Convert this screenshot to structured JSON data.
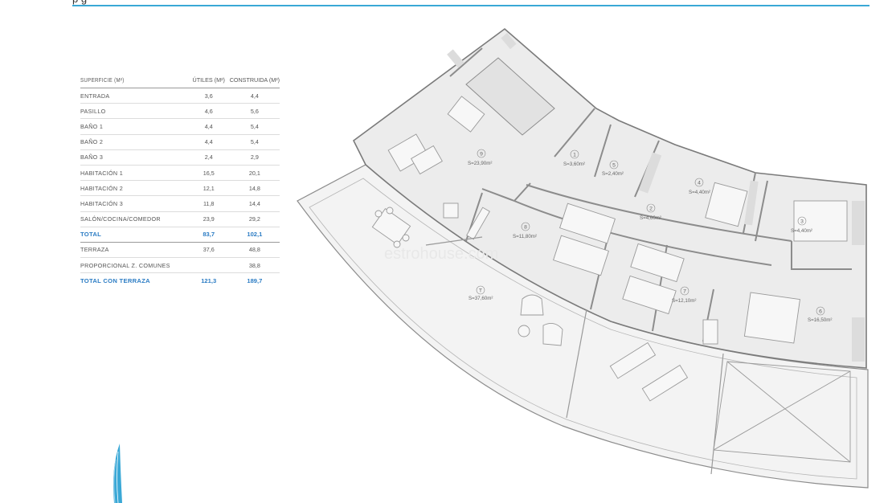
{
  "header": {
    "title_fragment": "p    g"
  },
  "table": {
    "title": "SUPERFICIE (M²)",
    "col_utiles": "ÚTILES (M²)",
    "col_construida": "CONSTRUIDA (M²)",
    "rows": [
      {
        "label": "ENTRADA",
        "utiles": "3,6",
        "construida": "4,4"
      },
      {
        "label": "PASILLO",
        "utiles": "4,6",
        "construida": "5,6"
      },
      {
        "label": "BAÑO 1",
        "utiles": "4,4",
        "construida": "5,4"
      },
      {
        "label": "BAÑO 2",
        "utiles": "4,4",
        "construida": "5,4"
      },
      {
        "label": "BAÑO 3",
        "utiles": "2,4",
        "construida": "2,9"
      },
      {
        "label": "HABITACIÓN 1",
        "utiles": "16,5",
        "construida": "20,1"
      },
      {
        "label": "HABITACIÓN 2",
        "utiles": "12,1",
        "construida": "14,8"
      },
      {
        "label": "HABITACIÓN 3",
        "utiles": "11,8",
        "construida": "14,4"
      },
      {
        "label": "SALÓN/COCINA/COMEDOR",
        "utiles": "23,9",
        "construida": "29,2"
      }
    ],
    "total": {
      "label": "TOTAL",
      "utiles": "83,7",
      "construida": "102,1"
    },
    "extra_rows": [
      {
        "label": "TERRAZA",
        "utiles": "37,6",
        "construida": "48,8"
      },
      {
        "label": "PROPORCIONAL Z. COMUNES",
        "utiles": "",
        "construida": "38,8"
      }
    ],
    "grand_total": {
      "label": "TOTAL CON TERRAZA",
      "utiles": "121,3",
      "construida": "189,7"
    }
  },
  "rooms": [
    {
      "num": "9",
      "area": "S=23,90m²"
    },
    {
      "num": "1",
      "area": "S=3,60m²"
    },
    {
      "num": "5",
      "area": "S=2,40m²"
    },
    {
      "num": "4",
      "area": "S=4,40m²"
    },
    {
      "num": "2",
      "area": "S=4,60m²"
    },
    {
      "num": "3",
      "area": "S=4,40m²"
    },
    {
      "num": "8",
      "area": "S=11,80m²"
    },
    {
      "num": "7",
      "area": "S=12,10m²"
    },
    {
      "num": "6",
      "area": "S=16,50m²"
    },
    {
      "num": "T",
      "area": "S=37,60m²"
    }
  ],
  "watermark": "estrohouse.com",
  "colors": {
    "accent": "#2b7cc4",
    "topline": "#3aa8d6",
    "floor": "#efefef",
    "wall": "#8c8c8c"
  }
}
